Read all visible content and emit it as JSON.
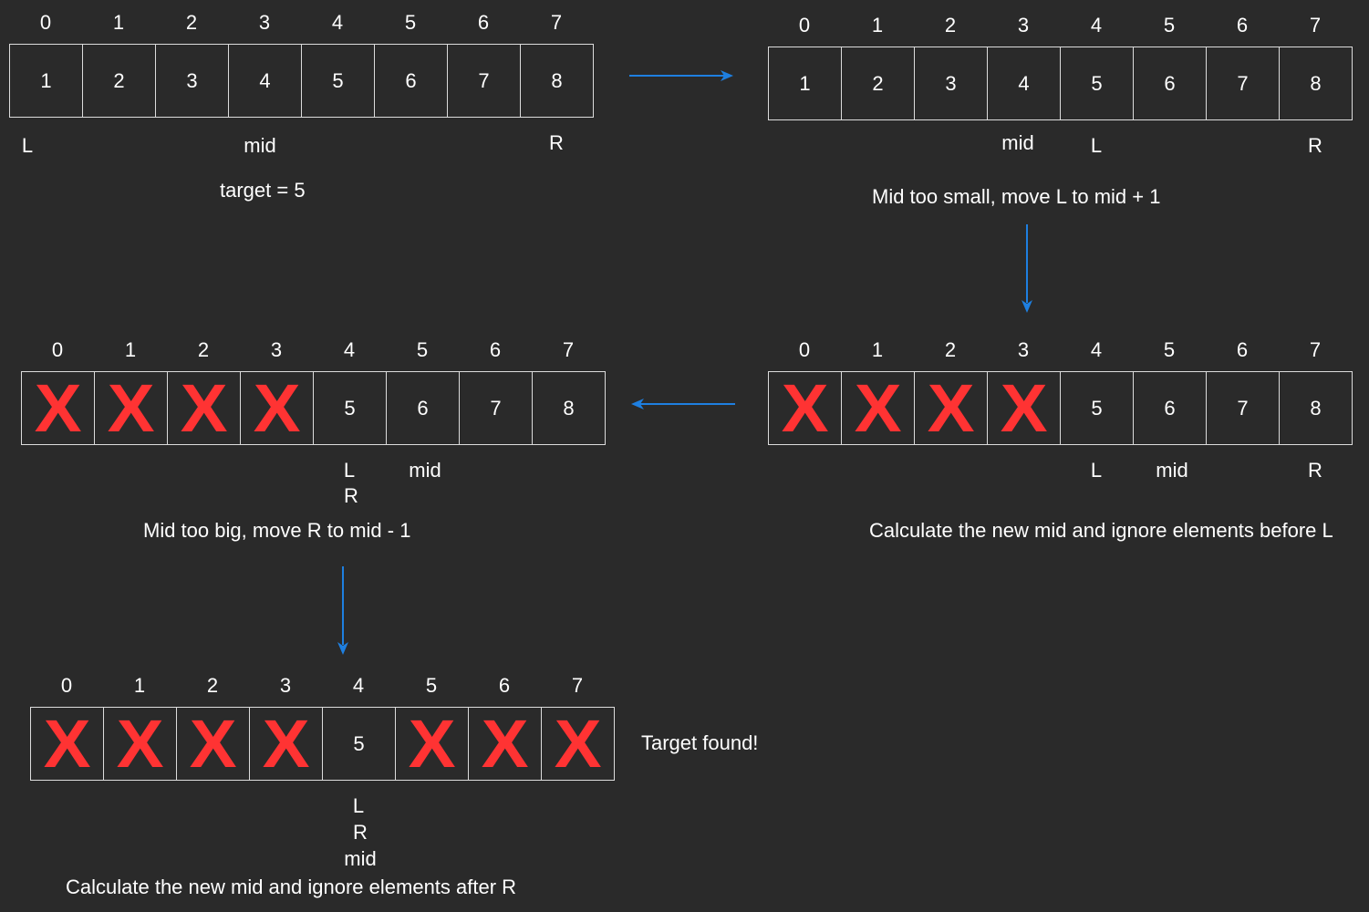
{
  "colors": {
    "background": "#2a2a2a",
    "text": "#ffffff",
    "cell_border": "#dcdcdc",
    "removed_mark": "#ff3333",
    "arrow": "#1e7fe0"
  },
  "steps": [
    {
      "indices": [
        "0",
        "1",
        "2",
        "3",
        "4",
        "5",
        "6",
        "7"
      ],
      "cells": [
        "1",
        "2",
        "3",
        "4",
        "5",
        "6",
        "7",
        "8"
      ],
      "pointers": {
        "L": "L",
        "mid": "mid",
        "R": "R"
      },
      "caption": "target = 5"
    },
    {
      "indices": [
        "0",
        "1",
        "2",
        "3",
        "4",
        "5",
        "6",
        "7"
      ],
      "cells": [
        "1",
        "2",
        "3",
        "4",
        "5",
        "6",
        "7",
        "8"
      ],
      "pointers": {
        "mid": "mid",
        "L": "L",
        "R": "R"
      },
      "caption": "Mid too small, move L to mid + 1"
    },
    {
      "indices": [
        "0",
        "1",
        "2",
        "3",
        "4",
        "5",
        "6",
        "7"
      ],
      "cells": [
        "X",
        "X",
        "X",
        "X",
        "5",
        "6",
        "7",
        "8"
      ],
      "pointers": {
        "L": "L",
        "mid": "mid",
        "R": "R"
      },
      "caption": "Calculate the new mid and ignore elements before L"
    },
    {
      "indices": [
        "0",
        "1",
        "2",
        "3",
        "4",
        "5",
        "6",
        "7"
      ],
      "cells": [
        "X",
        "X",
        "X",
        "X",
        "5",
        "6",
        "7",
        "8"
      ],
      "pointers": {
        "L": "L",
        "R": "R",
        "mid": "mid"
      },
      "caption": "Mid too big, move R to mid - 1"
    },
    {
      "indices": [
        "0",
        "1",
        "2",
        "3",
        "4",
        "5",
        "6",
        "7"
      ],
      "cells": [
        "X",
        "X",
        "X",
        "X",
        "5",
        "X",
        "X",
        "X"
      ],
      "pointers": {
        "L": "L",
        "R": "R",
        "mid": "mid"
      },
      "caption": "Calculate the new mid and ignore elements after R",
      "result": "Target found!"
    }
  ]
}
